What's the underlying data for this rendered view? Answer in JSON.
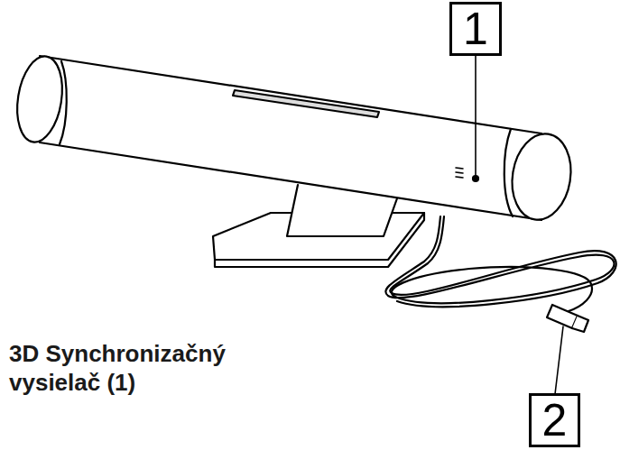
{
  "diagram": {
    "nodes": [
      {
        "text": [
          "1"
        ]
      },
      {
        "text": [
          "2"
        ]
      }
    ],
    "labels": [
      "3D Synchronizačný vysielač (1)"
    ]
  }
}
